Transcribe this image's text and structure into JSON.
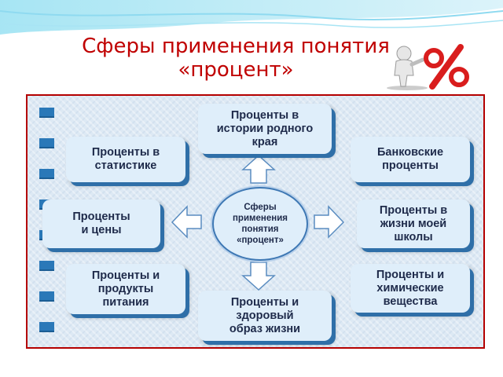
{
  "slide": {
    "title_line1": "Сферы применения понятия",
    "title_line2": "«процент»"
  },
  "diagram": {
    "center": "Сферы\nприменения\nпонятия\n«процент»",
    "nodes": {
      "history": "Проценты в\nистории родного\nкрая",
      "statistics": "Проценты в\nстатистике",
      "banking": "Банковские\nпроценты",
      "prices": "Проценты\nи цены",
      "school": "Проценты в\nжизни моей\nшколы",
      "food": "Проценты и\nпродукты\nпитания",
      "chemistry": "Проценты и\nхимические\nвещества",
      "health": "Проценты и\nздоровый\nобраз жизни"
    }
  },
  "colors": {
    "title": "#c00000",
    "panel_border": "#b40000",
    "node_fill": "#dfeefa",
    "node_shadow": "#2f6fa8",
    "bullet": "#2a78b8",
    "arrow_fill": "#ffffff",
    "arrow_stroke": "#5a8cc0"
  },
  "icons": [
    "percent-sign-icon",
    "bullet-square-icon",
    "arrow-icon"
  ]
}
